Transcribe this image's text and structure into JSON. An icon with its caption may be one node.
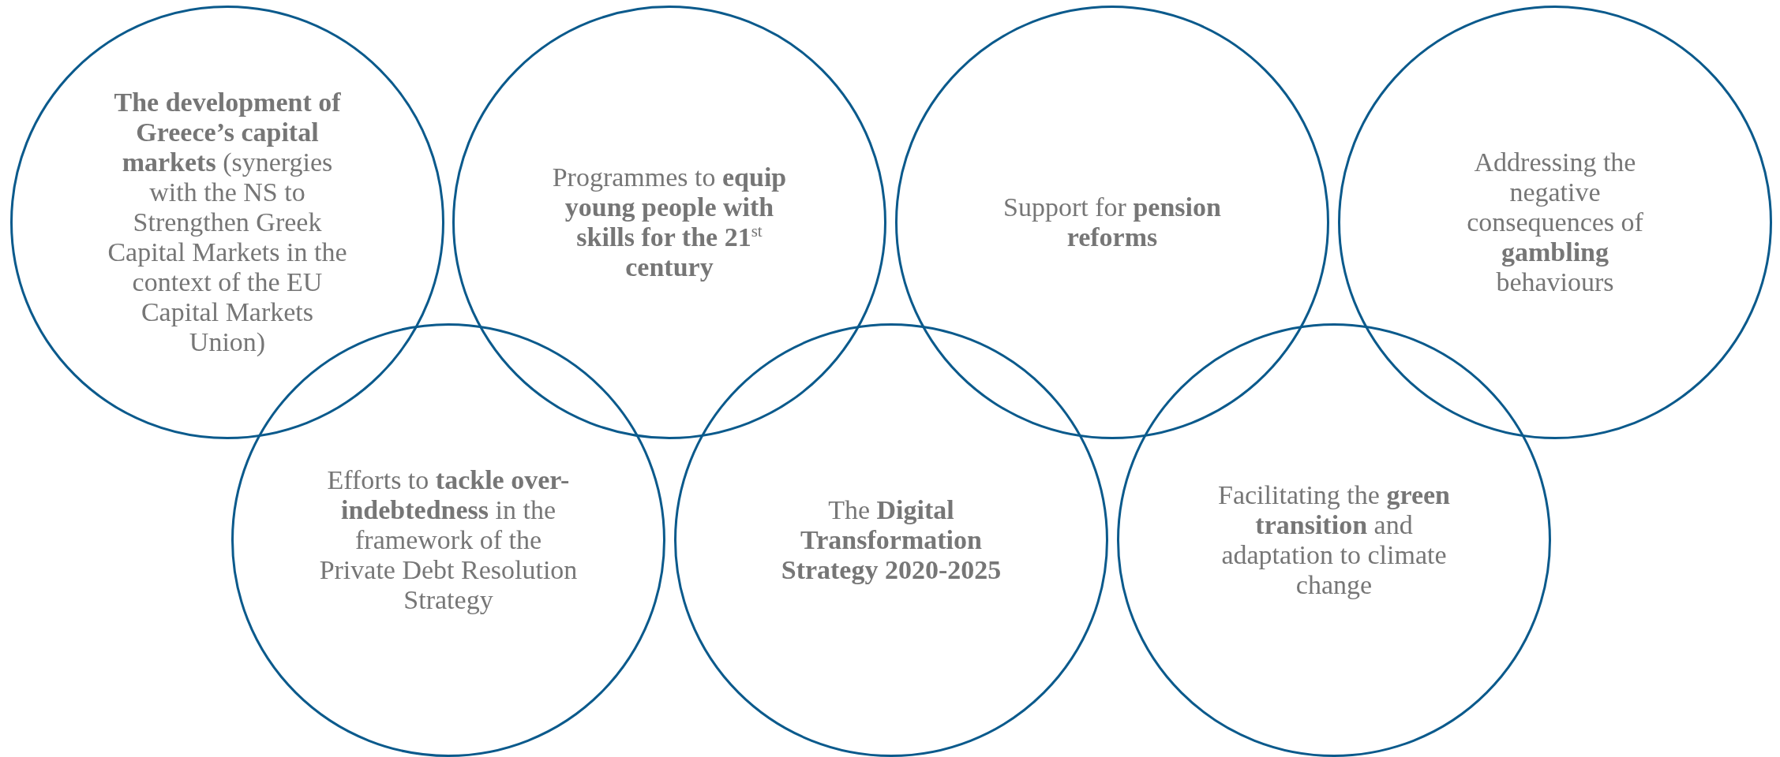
{
  "diagram": {
    "nodes": [
      {
        "text": [
          "**The development of Greece’s capital markets** (synergies with the NS to Strengthen Greek Capital Markets in the context of the EU Capital Markets Union)"
        ]
      },
      {
        "text": [
          "Programmes to **equip young people with skills for the 21**$^{st}$ **century**"
        ]
      },
      {
        "text": [
          "Support for **pension reforms**"
        ]
      },
      {
        "text": [
          "Addressing the negative consequences of **gambling** behaviours"
        ]
      },
      {
        "text": [
          "Efforts to **tackle over-indebtedness** in the framework of the Private Debt Resolution Strategy"
        ]
      },
      {
        "text": [
          "The **Digital Transformation Strategy 2020-2025**"
        ]
      },
      {
        "text": [
          "Facilitating the **green transition** and adaptation to climate change"
        ]
      }
    ],
    "edges": []
  }
}
